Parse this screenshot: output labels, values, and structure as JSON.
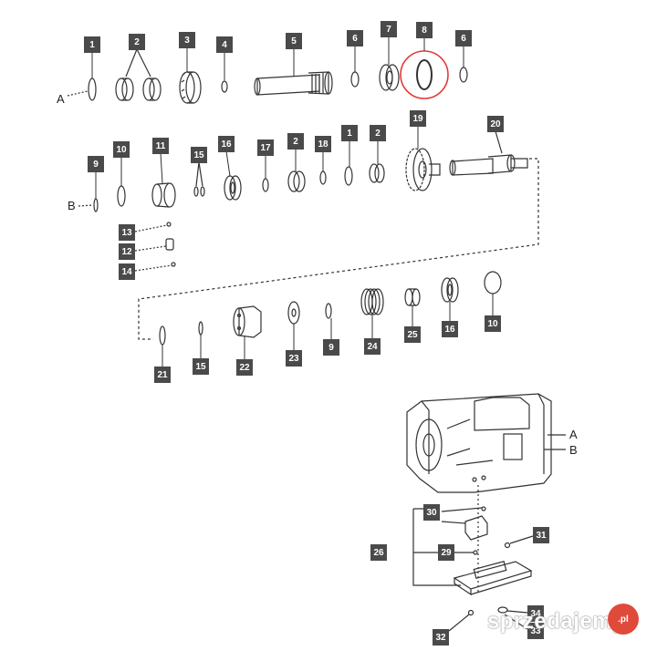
{
  "callouts": [
    "1",
    "2",
    "3",
    "4",
    "5",
    "6",
    "7",
    "8",
    "6",
    "10",
    "11",
    "15",
    "16",
    "17",
    "2",
    "18",
    "1",
    "2",
    "19",
    "20",
    "9",
    "13",
    "12",
    "14",
    "21",
    "15",
    "22",
    "23",
    "9",
    "24",
    "25",
    "16",
    "10",
    "30",
    "31",
    "26",
    "29",
    "32",
    "34",
    "33"
  ],
  "letters": [
    "A",
    "B",
    "A",
    "B"
  ],
  "watermark": {
    "text": "sprzedajemy",
    "suffix": ".pl"
  },
  "highlight_color": "#e53935",
  "ink_color": "#333333"
}
